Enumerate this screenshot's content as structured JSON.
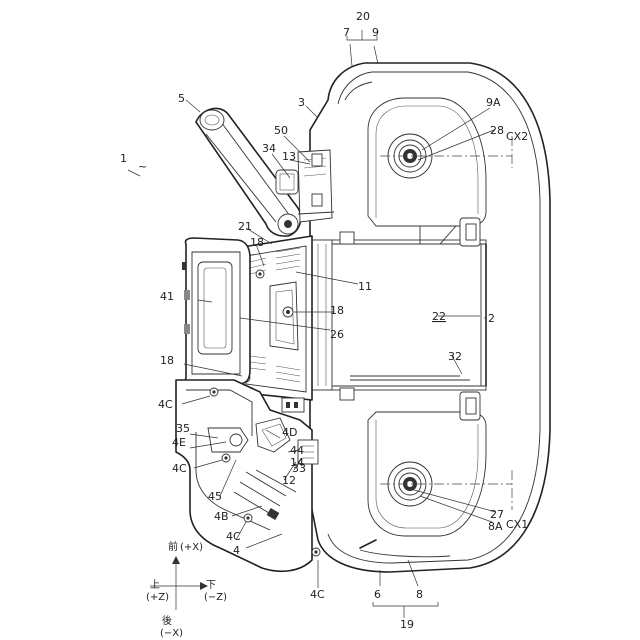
{
  "figure_number": "1",
  "labels": {
    "l1": "1",
    "l2": "2",
    "l3": "3",
    "l4": "4",
    "l4b": "4B",
    "l4c1": "4C",
    "l4c2": "4C",
    "l4c3": "4C",
    "l4c4": "4C",
    "l4d": "4D",
    "l4e": "4E",
    "l5": "5",
    "l6": "6",
    "l7": "7",
    "l8": "8",
    "l8a": "8A",
    "l9": "9",
    "l9a": "9A",
    "l11": "11",
    "l12": "12",
    "l13": "13",
    "l14": "14",
    "l18a": "18",
    "l18b": "18",
    "l18c": "18",
    "l19": "19",
    "l20": "20",
    "l21": "21",
    "l22": "22",
    "l26": "26",
    "l27": "27",
    "l28": "28",
    "l32": "32",
    "l33": "33",
    "l34": "34",
    "l35": "35",
    "l41": "41",
    "l44": "44",
    "l45": "45",
    "l50": "50",
    "cx1": "CX1",
    "cx2": "CX2"
  },
  "axes": {
    "up": "上",
    "up_sign": "(+Z)",
    "down": "下",
    "down_sign": "(−Z)",
    "front": "前",
    "front_sign": "(+X)",
    "back": "後",
    "back_sign": "(−X)"
  }
}
